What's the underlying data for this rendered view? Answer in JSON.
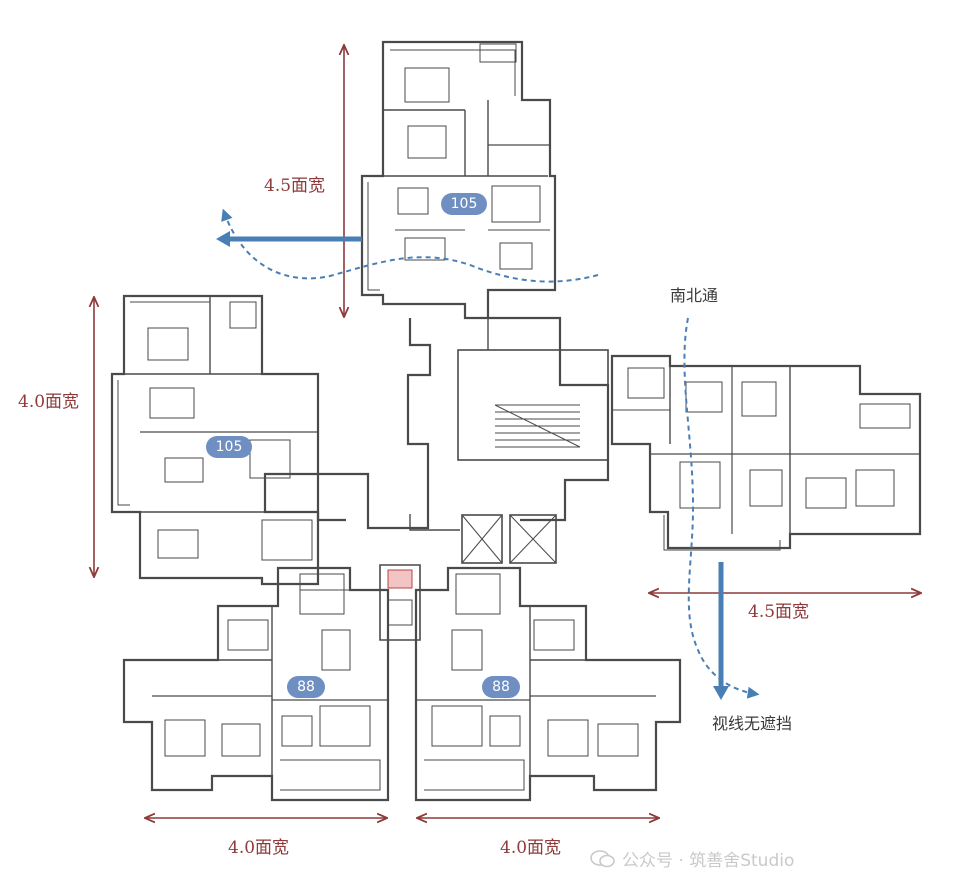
{
  "dimensions": {
    "north_width": "4.5面宽",
    "west_width": "4.0面宽",
    "east_width": "4.5面宽",
    "southwest_width": "4.0面宽",
    "southeast_width": "4.0面宽"
  },
  "annotations": {
    "ventilation": "南北通",
    "view": "视线无遮挡"
  },
  "unit_areas": {
    "north": "105",
    "west": "105",
    "southwest": "88",
    "southeast": "88"
  },
  "watermark": {
    "text": "公众号 · 筑善舍Studio"
  },
  "colors": {
    "dimension": "#8e3a3a",
    "arrow": "#4a7fb5",
    "badge": "#6f8fc2",
    "wall": "#4a4a4a"
  }
}
